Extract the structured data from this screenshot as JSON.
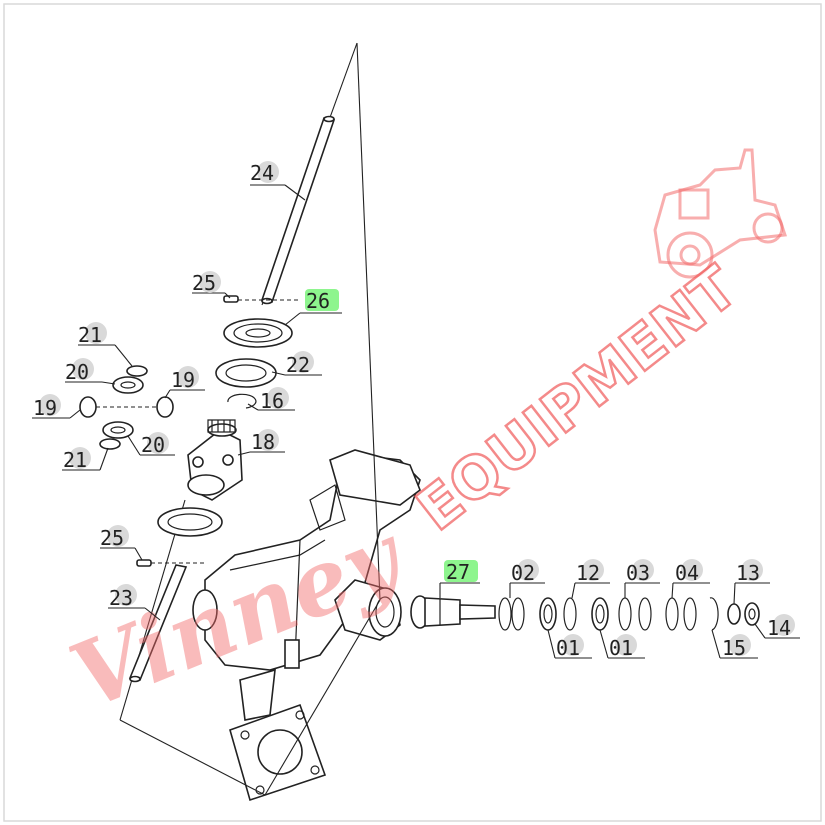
{
  "callouts": [
    {
      "id": "c24",
      "label": "24",
      "highlight": false
    },
    {
      "id": "c25a",
      "label": "25",
      "highlight": false
    },
    {
      "id": "c26",
      "label": "26",
      "highlight": true
    },
    {
      "id": "c22",
      "label": "22",
      "highlight": false
    },
    {
      "id": "c16",
      "label": "16",
      "highlight": false
    },
    {
      "id": "c18",
      "label": "18",
      "highlight": false
    },
    {
      "id": "c21a",
      "label": "21",
      "highlight": false
    },
    {
      "id": "c20a",
      "label": "20",
      "highlight": false
    },
    {
      "id": "c19a",
      "label": "19",
      "highlight": false
    },
    {
      "id": "c19b",
      "label": "19",
      "highlight": false
    },
    {
      "id": "c20b",
      "label": "20",
      "highlight": false
    },
    {
      "id": "c21b",
      "label": "21",
      "highlight": false
    },
    {
      "id": "c25b",
      "label": "25",
      "highlight": false
    },
    {
      "id": "c23",
      "label": "23",
      "highlight": false
    },
    {
      "id": "c27",
      "label": "27",
      "highlight": true
    },
    {
      "id": "c02",
      "label": "02",
      "highlight": false
    },
    {
      "id": "c12",
      "label": "12",
      "highlight": false
    },
    {
      "id": "c03",
      "label": "03",
      "highlight": false
    },
    {
      "id": "c04",
      "label": "04",
      "highlight": false
    },
    {
      "id": "c13",
      "label": "13",
      "highlight": false
    },
    {
      "id": "c14",
      "label": "14",
      "highlight": false
    },
    {
      "id": "c15",
      "label": "15",
      "highlight": false
    },
    {
      "id": "c01a",
      "label": "01",
      "highlight": false
    },
    {
      "id": "c01b",
      "label": "01",
      "highlight": false
    }
  ],
  "watermark": {
    "brand": "EQUIPMENT",
    "script": "Vinney",
    "color": "#f26c6c",
    "icon": "tractor-icon"
  },
  "colors": {
    "highlight": "#8ef58e",
    "callout_circle": "#d9d9d9",
    "line": "#222222"
  }
}
